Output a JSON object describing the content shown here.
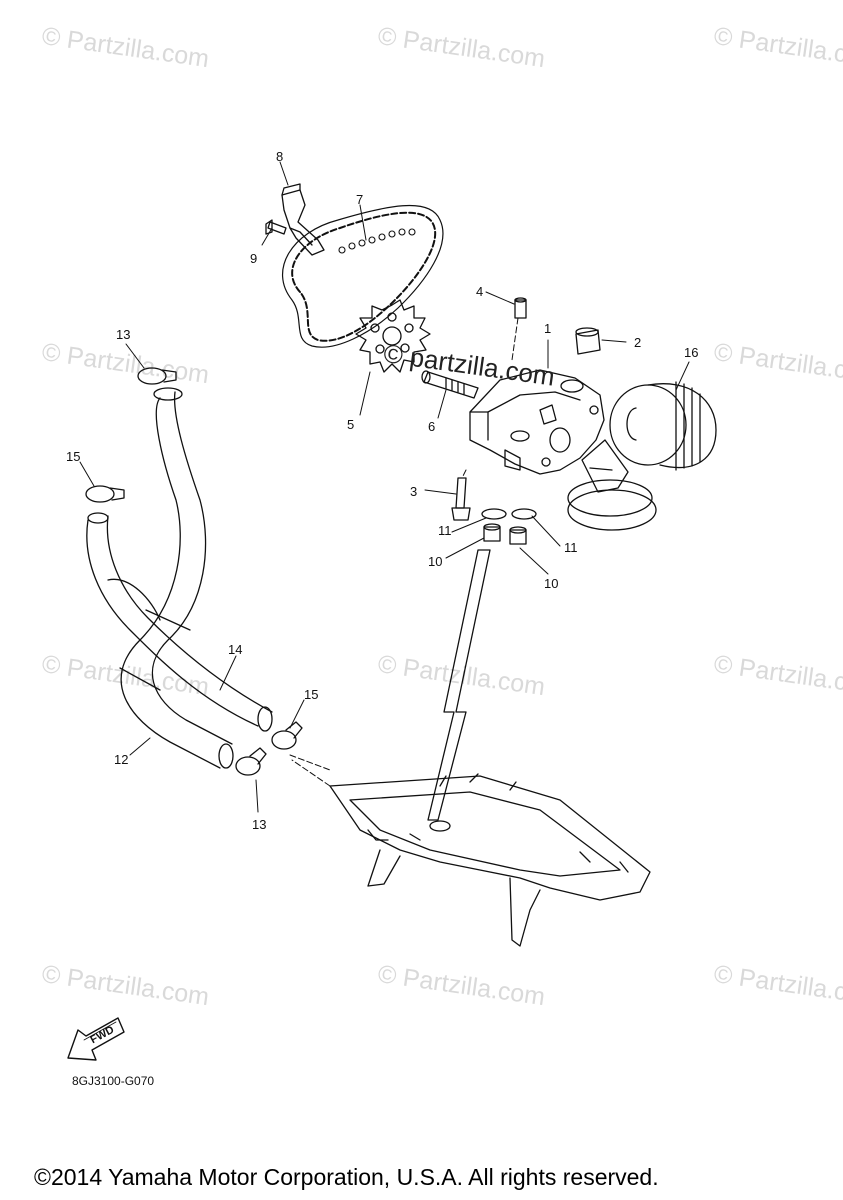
{
  "watermark": "© Partzilla.com",
  "center_watermark": "© partzilla.com",
  "callouts": {
    "c1": "1",
    "c2": "2",
    "c3": "3",
    "c4": "4",
    "c5": "5",
    "c6": "6",
    "c7": "7",
    "c8": "8",
    "c9": "9",
    "c10a": "10",
    "c10b": "10",
    "c11a": "11",
    "c11b": "11",
    "c12": "12",
    "c13a": "13",
    "c13b": "13",
    "c14": "14",
    "c15a": "15",
    "c15b": "15",
    "c16": "16"
  },
  "fwd_label": "FWD",
  "drawing_code": "8GJ3100-G070",
  "copyright": "©2014 Yamaha Motor Corporation, U.S.A. All rights reserved."
}
